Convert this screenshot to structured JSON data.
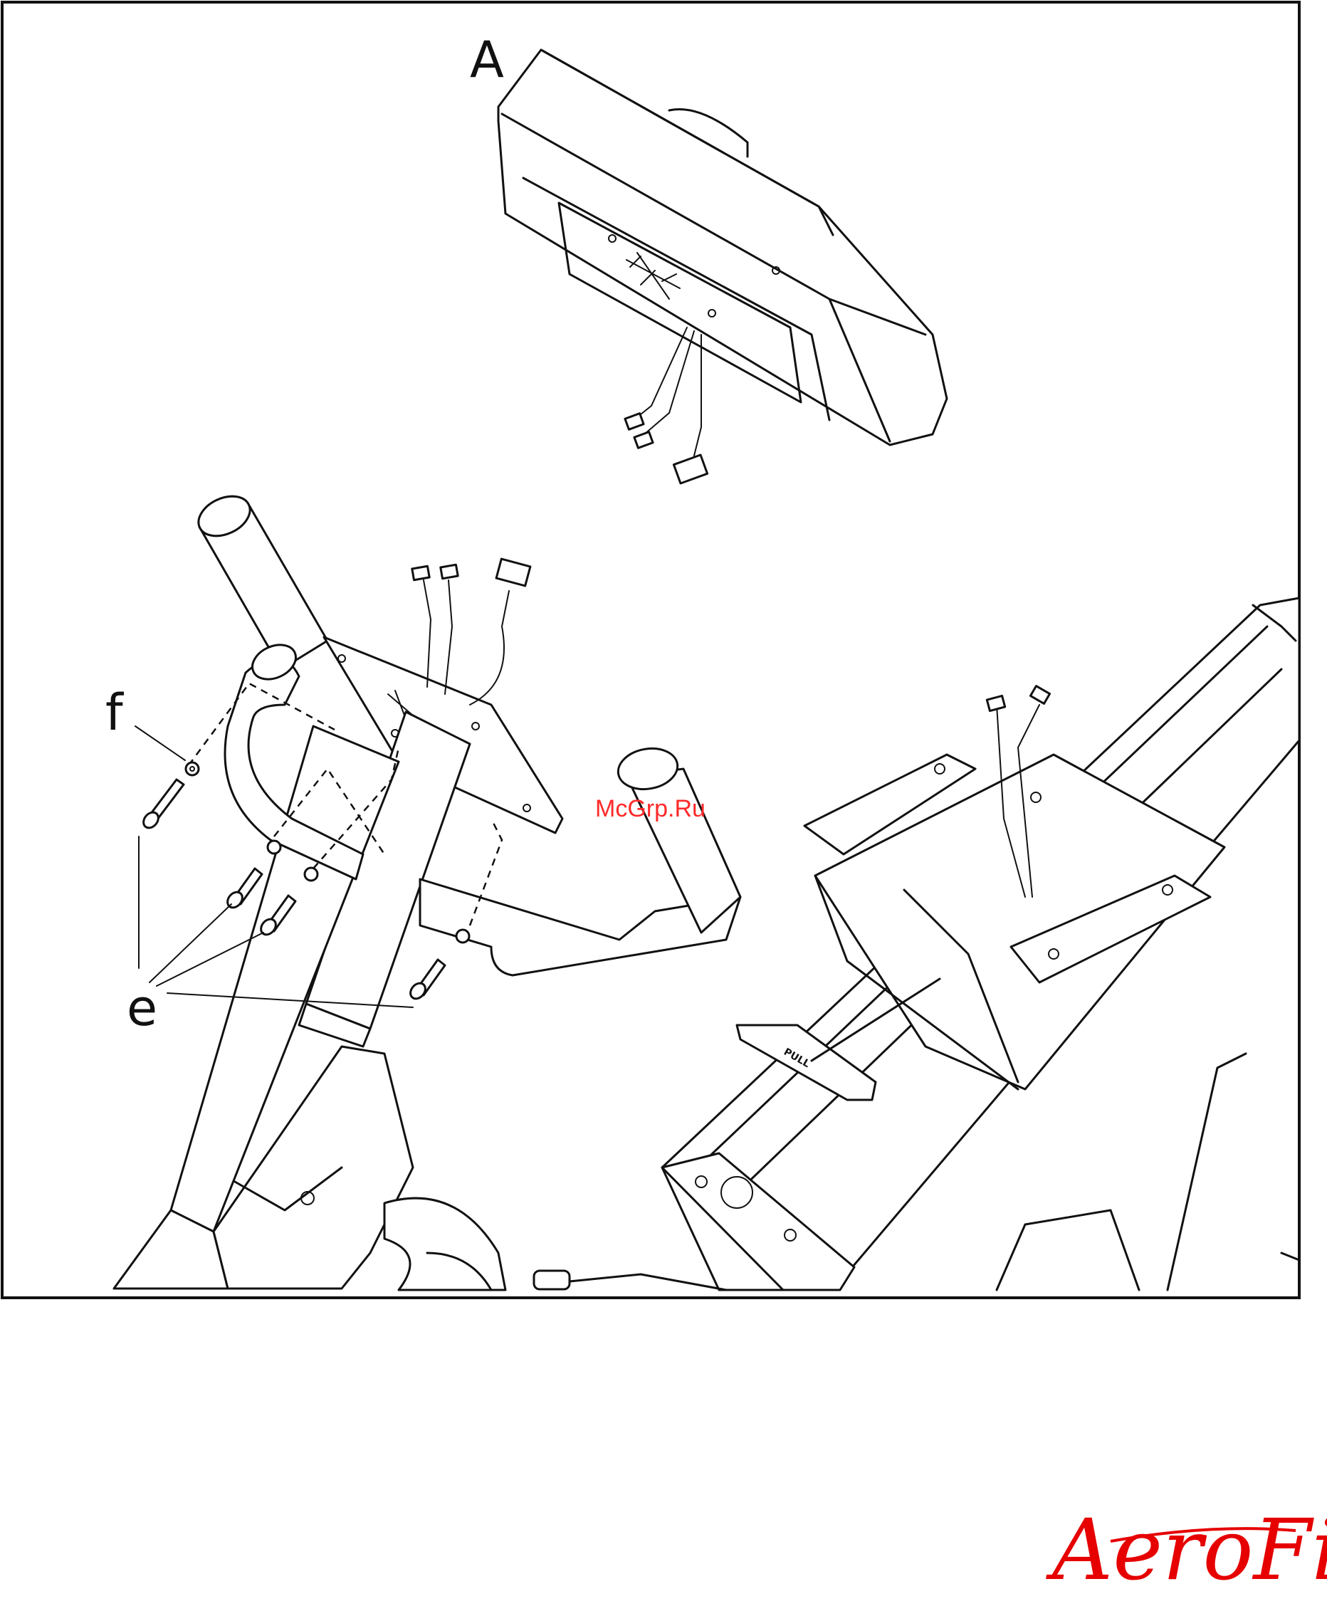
{
  "labels": {
    "part_a": "A",
    "part_f": "f",
    "part_e": "e",
    "lever_text": "PULL"
  },
  "watermark": "McGrp.Ru",
  "brand": "AeroFit",
  "colors": {
    "line": "#111111",
    "background": "#ffffff",
    "watermark": "#ff2a2a",
    "brand": "#e60000"
  }
}
